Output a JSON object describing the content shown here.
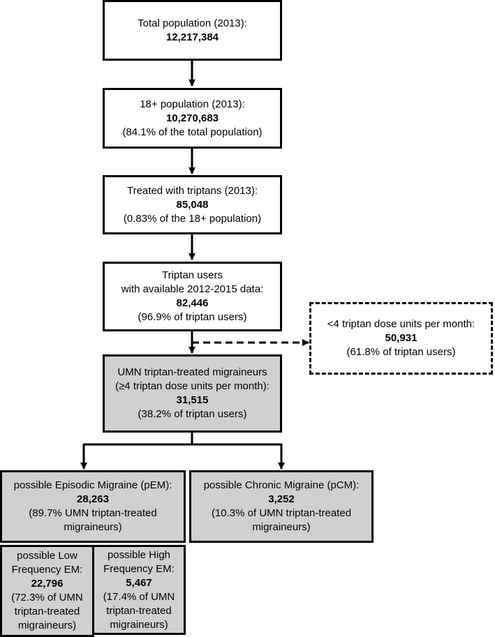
{
  "boxes": {
    "total": {
      "line1": "Total population (2013):",
      "value": "12,217,384"
    },
    "adult": {
      "line1": "18+ population (2013):",
      "value": "10,270,683",
      "note": "(84.1% of the total population)"
    },
    "treated": {
      "line1": "Treated with triptans (2013):",
      "value": "85,048",
      "note": "(0.83% of the 18+ population)"
    },
    "users": {
      "line1": "Triptan users",
      "line2": "with available 2012-2015 data:",
      "value": "82,446",
      "note": "(96.9% of triptan users)"
    },
    "low_dose": {
      "line1": "<4 triptan dose units per month:",
      "value": "50,931",
      "note": "(61.8% of triptan users)"
    },
    "umn": {
      "line1": "UMN triptan-treated migraineurs",
      "line2": "(≥4 triptan dose units per month):",
      "value": "31,515",
      "note": "(38.2% of triptan users)"
    },
    "pem": {
      "line1": "possible Episodic Migraine (pEM):",
      "value": "28,263",
      "note1": "(89.7% UMN triptan-treated",
      "note2": "migraineurs)"
    },
    "pcm": {
      "line1": "possible Chronic Migraine (pCM):",
      "value": "3,252",
      "note1": "(10.3% of UMN triptan-treated",
      "note2": "migraineurs)"
    },
    "lfem": {
      "line1": "possible Low",
      "line2": "Frequency EM:",
      "value": "22,796",
      "note1": "(72.3% of UMN",
      "note2": "triptan-treated",
      "note3": "migraineurs)"
    },
    "hfem": {
      "line1": "possible High",
      "line2": "Frequency EM:",
      "value": "5,467",
      "note1": "(17.4% of UMN",
      "note2": "triptan-treated",
      "note3": "migraineurs)"
    }
  },
  "colors": {
    "gray_fill": "#d0d0d0",
    "line": "#000000"
  }
}
